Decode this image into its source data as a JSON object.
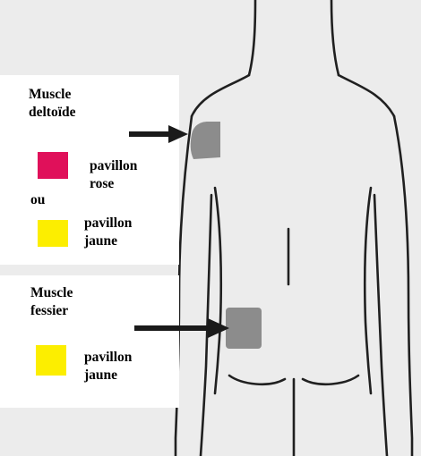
{
  "sites": [
    {
      "title": "Muscle\ndeltoïde",
      "options": [
        {
          "label": "pavillon\nrose",
          "color": "#e0105a"
        },
        {
          "label": "pavillon\njaune",
          "color": "#fcee00"
        }
      ],
      "separator": "ou"
    },
    {
      "title": "Muscle\nfessier",
      "options": [
        {
          "label": "pavillon\njaune",
          "color": "#fcee00"
        }
      ]
    }
  ],
  "colors": {
    "background": "#ececec",
    "outline": "#202020",
    "injection_area": "#8c8c8c",
    "arrow": "#1a1a1a"
  }
}
